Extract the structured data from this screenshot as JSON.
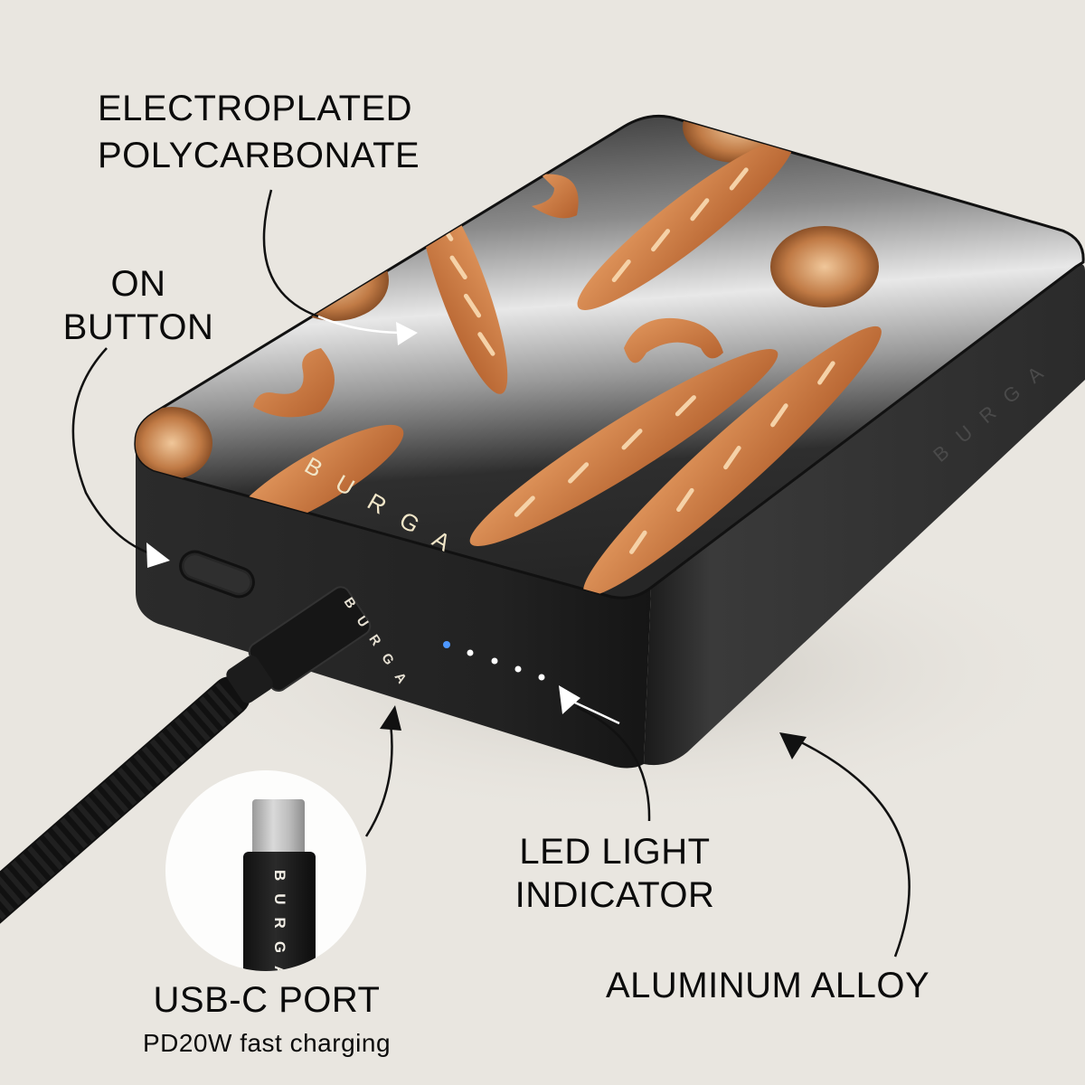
{
  "product": {
    "brand": "BURGA",
    "type": "power bank",
    "pattern": "baguettes and croissants"
  },
  "callouts": {
    "top_material": {
      "lines": [
        "ELECTROPLATED",
        "POLYCARBONATE"
      ]
    },
    "power_button": {
      "lines": [
        "ON",
        "BUTTON"
      ]
    },
    "led": {
      "lines": [
        "LED LIGHT",
        "INDICATOR"
      ]
    },
    "body_material": {
      "label": "ALUMINUM ALLOY"
    },
    "port": {
      "title": "USB-C PORT",
      "subtitle": "PD20W fast charging"
    }
  },
  "engravings": {
    "top_logo": "BURGA",
    "side_logo": "BURGA",
    "cable_logo": "BURGA",
    "inset_logo": "BURGA"
  },
  "led_indicator": {
    "count": 5,
    "colors": [
      "#3b8cff",
      "#ffffff",
      "#ffffff",
      "#ffffff",
      "#ffffff"
    ]
  },
  "colors": {
    "background": "#e9e6e0",
    "device_body": "#1e1e1e",
    "top_surface_dark": "#2b2b2b",
    "top_surface_light": "#e6e6e6",
    "bread": "#c8743e",
    "logo_cream": "#f1e6c8",
    "text": "#0b0b0b"
  }
}
